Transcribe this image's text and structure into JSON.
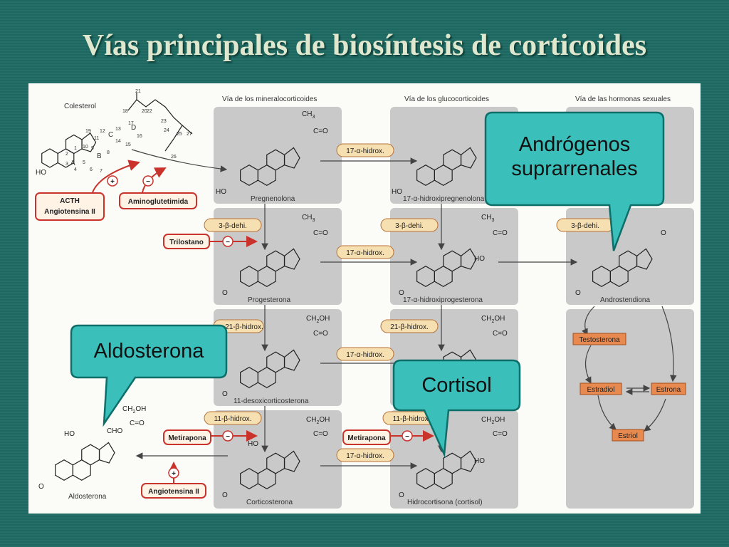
{
  "title": "Vías principales de biosíntesis de corticoides",
  "headers": {
    "mineralo": "Vía de los mineralocorticoides",
    "gluco": "Vía de los glucocorticoides",
    "sexual": "Vía de las hormonas sexuales"
  },
  "compounds": {
    "colesterol": "Colesterol",
    "pregnenolona": "Pregnenolona",
    "hidroxipregnenolona": "17-α-hidroxipregnenolona",
    "progesterona": "Progesterona",
    "hidroxiprogesterona": "17-α-hidroxiprogesterona",
    "androstendiona": "Androstendiona",
    "desoxicorticosterona": "11-desoxicorticosterona",
    "corticosterona": "Corticosterona",
    "hidrocortisona": "Hidrocortisona (cortisol)",
    "aldosterona": "Aldosterona"
  },
  "enzymes": {
    "hidrox17": "17-α-hidrox.",
    "dehi3b": "3-β-dehi.",
    "hidrox21": "21-β-hidrox.",
    "hidrox11": "11-β-hidrox."
  },
  "regulators": {
    "acth": "ACTH",
    "angiotensina": "Angiotensina II",
    "aminoglutetimida": "Aminoglutetimida",
    "trilostano": "Trilostano",
    "metirapona": "Metirapona"
  },
  "signs": {
    "plus": "+",
    "minus": "−"
  },
  "sex_hormones": {
    "testosterona": "Testosterona",
    "estradiol": "Estradiol",
    "estrona": "Estrona",
    "estriol": "Estriol"
  },
  "atoms": {
    "ho": "HO",
    "o": "O",
    "c_o": "C=O",
    "ch3": "CH",
    "sub3": "3",
    "ch2oh": "CH",
    "sub2": "2",
    "oh": "OH",
    "cho": "CHO"
  },
  "ring_labels": [
    "A",
    "B",
    "C",
    "D"
  ],
  "carbon_numbers": [
    "1",
    "2",
    "3",
    "4",
    "5",
    "6",
    "7",
    "8",
    "9",
    "10",
    "11",
    "12",
    "13",
    "14",
    "15",
    "16",
    "17",
    "18",
    "19",
    "20",
    "21",
    "22",
    "23",
    "24",
    "25",
    "26",
    "27"
  ],
  "callouts": {
    "androgenos": "Andrógenos suprarrenales",
    "aldosterona": "Aldosterona",
    "cortisol": "Cortisol"
  },
  "colors": {
    "background": "#1d6a62",
    "title": "#dfe8cf",
    "panel": "#fbfbf8",
    "box": "#c9c9c9",
    "enzyme_fill": "#f6dfb0",
    "enzyme_border": "#b8733a",
    "regulator_border": "#c9332b",
    "regulator_fill": "#fff3e6",
    "sex_box_fill": "#e8894f",
    "callout_fill": "#3bbfba",
    "callout_border": "#0e6e6a"
  }
}
